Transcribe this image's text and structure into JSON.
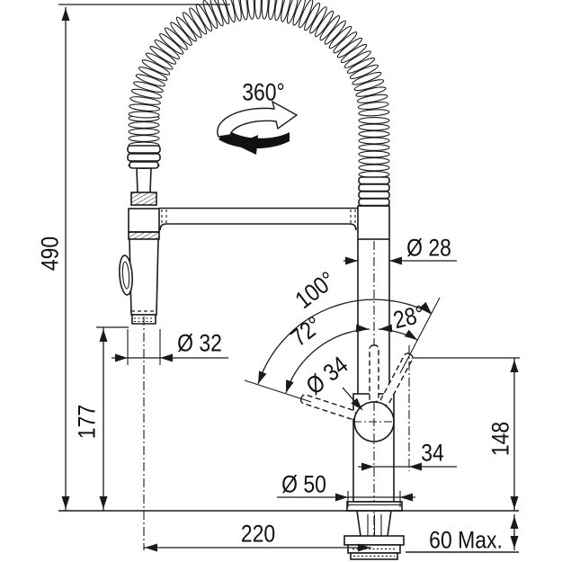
{
  "diagram": {
    "type": "faucet-technical-drawing",
    "colors": {
      "line": "#1a1a1a",
      "background": "#ffffff",
      "text": "#111111"
    },
    "dims": {
      "total_height": "490",
      "spout_height": "177",
      "swivel": "360°",
      "column_diameter": "Ø 28",
      "lever_angle_total": "100°",
      "lever_angle_back": "72°",
      "lever_angle_front": "28°",
      "ball_diameter": "Ø 34",
      "spray_diameter": "Ø 32",
      "lever_offset": "34",
      "lever_height": "148",
      "base_diameter": "Ø 50",
      "spout_reach": "220",
      "deck_thickness": "60 Max."
    }
  }
}
